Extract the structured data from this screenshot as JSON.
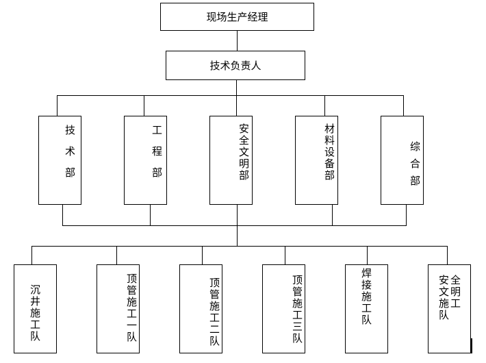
{
  "top": {
    "label": "现场生产经理"
  },
  "second": {
    "label": "技术负责人"
  },
  "departments": [
    {
      "id": "tech",
      "label": "技术部",
      "lines": [
        "技",
        "术",
        "部"
      ]
    },
    {
      "id": "eng",
      "label": "工程部",
      "lines": [
        "工",
        "程",
        "部"
      ]
    },
    {
      "id": "safety",
      "label": "安全文明部",
      "lines": [
        "安",
        "全",
        "文",
        "明",
        "部"
      ]
    },
    {
      "id": "mat",
      "label": "材料设备部",
      "lines": [
        "材",
        "料",
        "设",
        "备",
        "部"
      ]
    },
    {
      "id": "comp",
      "label": "综合部",
      "lines": [
        "综",
        "合",
        "部"
      ]
    }
  ],
  "teams": [
    {
      "id": "caisson",
      "label": "沉井施工队",
      "columns": [
        [
          "沉",
          "井",
          "施",
          "工",
          "队"
        ]
      ]
    },
    {
      "id": "pipe1",
      "label": "顶管施工一队",
      "columns": [
        [
          "顶",
          "管",
          "施",
          "工",
          "一",
          "队"
        ]
      ]
    },
    {
      "id": "pipe2",
      "label": "顶管施工二队",
      "columns": [
        [
          "顶",
          "管",
          "施",
          "工",
          "二",
          "队"
        ]
      ]
    },
    {
      "id": "pipe3",
      "label": "顶管施工三队",
      "columns": [
        [
          "顶",
          "管",
          "施",
          "工",
          "三",
          "队"
        ]
      ]
    },
    {
      "id": "weld",
      "label": "焊接施工队",
      "columns": [
        [
          "焊",
          "接",
          "施",
          "工",
          "队"
        ]
      ]
    },
    {
      "id": "safetyteam",
      "label": "安全文明施工队",
      "columns": [
        [
          "安",
          "文",
          "施",
          "队"
        ],
        [
          "全",
          "明",
          "工"
        ]
      ]
    }
  ]
}
